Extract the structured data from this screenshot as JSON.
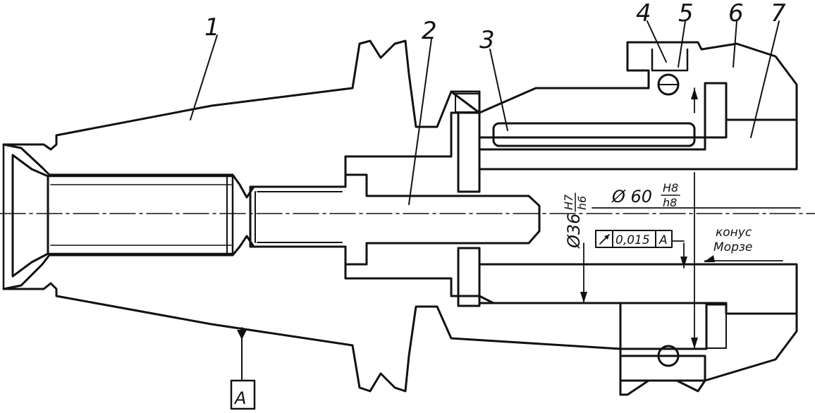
{
  "labels": {
    "part1": "1",
    "part2": "2",
    "part3": "3",
    "part4": "4",
    "part5": "5",
    "part6": "6",
    "part7": "7"
  },
  "dimensions": {
    "d60_prefix": "Ø 60",
    "d60_upper": "H8",
    "d60_lower": "h8",
    "d36_prefix": "Ø36",
    "d36_upper": "H7",
    "d36_lower": "h6"
  },
  "tolerance": {
    "value": "0,015",
    "datum": "A"
  },
  "taper": {
    "line1": "конус",
    "line2": "Морзе"
  },
  "datum": {
    "letter": "A"
  },
  "colors": {
    "ink": "#111111",
    "paper": "#ffffff"
  }
}
